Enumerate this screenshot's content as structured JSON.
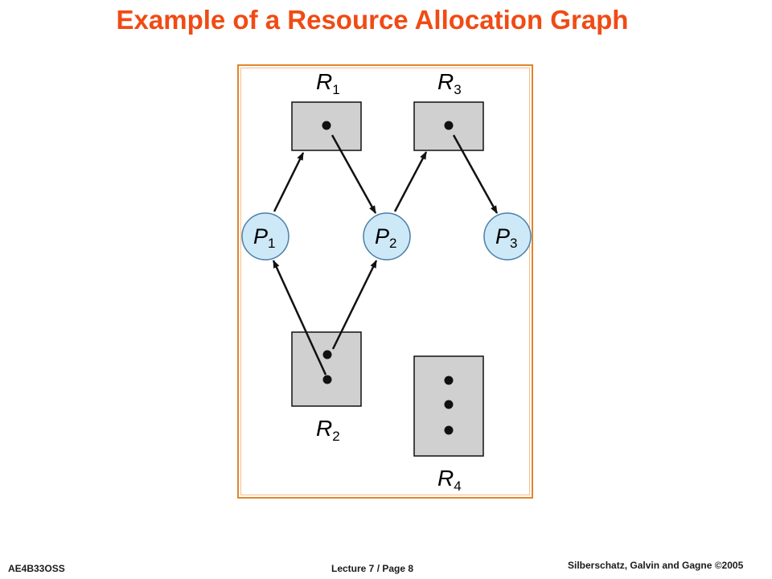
{
  "slide": {
    "title": "Example of a Resource Allocation Graph",
    "title_color": "#f04b14"
  },
  "graph": {
    "resources": [
      {
        "name": "R",
        "sub": "1",
        "instances": 1
      },
      {
        "name": "R",
        "sub": "2",
        "instances": 2
      },
      {
        "name": "R",
        "sub": "3",
        "instances": 1
      },
      {
        "name": "R",
        "sub": "4",
        "instances": 3
      }
    ],
    "processes": [
      {
        "name": "P",
        "sub": "1"
      },
      {
        "name": "P",
        "sub": "2"
      },
      {
        "name": "P",
        "sub": "3"
      }
    ],
    "edges": [
      {
        "from": "P1",
        "to": "R1",
        "kind": "request"
      },
      {
        "from": "R1",
        "to": "P2",
        "kind": "assignment"
      },
      {
        "from": "P2",
        "to": "R3",
        "kind": "request"
      },
      {
        "from": "R3",
        "to": "P3",
        "kind": "assignment"
      },
      {
        "from": "R2",
        "to": "P1",
        "kind": "assignment"
      },
      {
        "from": "R2",
        "to": "P2",
        "kind": "assignment"
      }
    ],
    "colors": {
      "resource_fill": "#d0d0d0",
      "process_fill": "#cde8f7",
      "process_stroke": "#4a7fa8",
      "frame": "#e0862d"
    }
  },
  "footer": {
    "course": "AE4B33OSS",
    "page": "Lecture 7 / Page 8",
    "copyright": "Silberschatz, Galvin and Gagne ©2005"
  }
}
